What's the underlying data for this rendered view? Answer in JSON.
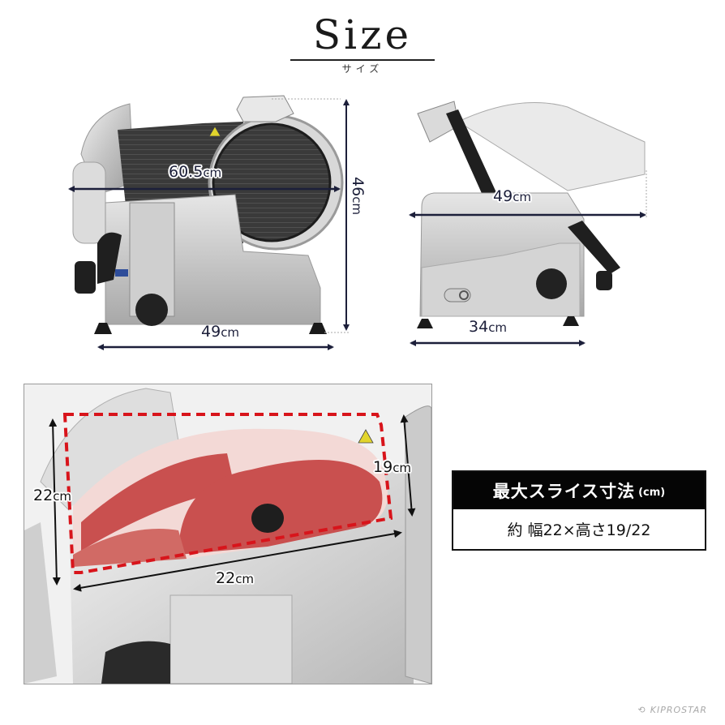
{
  "header": {
    "title": "Size",
    "subtitle": "サイズ"
  },
  "front_view": {
    "length_label": "60.5",
    "height_label": "46",
    "base_width_label": "49",
    "unit": "cm"
  },
  "side_view": {
    "length_label": "49",
    "base_depth_label": "34",
    "unit": "cm"
  },
  "slice_photo": {
    "left_height_label": "22",
    "right_height_label": "19",
    "width_label": "22",
    "unit": "cm"
  },
  "spec_box": {
    "title": "最大スライス寸法",
    "title_unit": "(cm)",
    "value": "約 幅22×高さ19/22"
  },
  "brand": {
    "name": "KIPROSTAR",
    "icon": "kiprostar-logo-icon"
  },
  "colors": {
    "arrow": "#1c1f3a",
    "dashed_outline": "#d8141b",
    "meat": "#c9504f",
    "fat": "#f3d9d6",
    "steel": "#c8c8c8",
    "dark": "#2b2b2b"
  }
}
